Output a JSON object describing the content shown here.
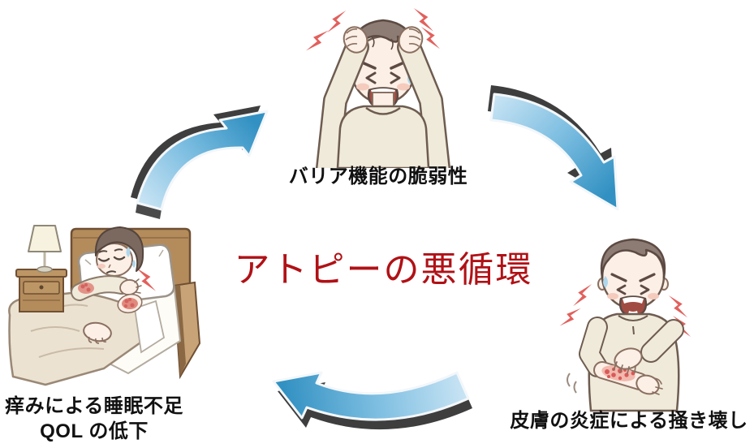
{
  "diagram": {
    "title": {
      "text": "アトピーの悪循環",
      "color": "#B01116"
    },
    "nodes": {
      "top": {
        "label": "バリア機能の脆弱性",
        "illustration": "distressed-man-holding-head"
      },
      "right": {
        "label": "皮膚の炎症による掻き壊し",
        "illustration": "man-scratching-inflamed-arm"
      },
      "bottom_left": {
        "label_line1": "痒みによる睡眠不足",
        "label_line2": "QOL の低下",
        "illustration": "man-sleeping-in-bed-scratching"
      }
    },
    "arrows": [
      {
        "id": "left-to-top",
        "from": "bottom_left",
        "to": "top",
        "style": "3d-curved-blue"
      },
      {
        "id": "top-to-right",
        "from": "top",
        "to": "right",
        "style": "3d-curved-blue"
      },
      {
        "id": "right-to-bottom-left",
        "from": "right",
        "to": "bottom_left",
        "style": "3d-curved-blue"
      }
    ],
    "colors": {
      "arrow_blue_light": "#C9E4F4",
      "arrow_blue_dark": "#3291C2",
      "arrow_shadow": "#3E3E3E",
      "label_text": "#111111",
      "lightning_red": "#E2605C",
      "title_red": "#B01116",
      "background": "#FFFFFF"
    }
  }
}
